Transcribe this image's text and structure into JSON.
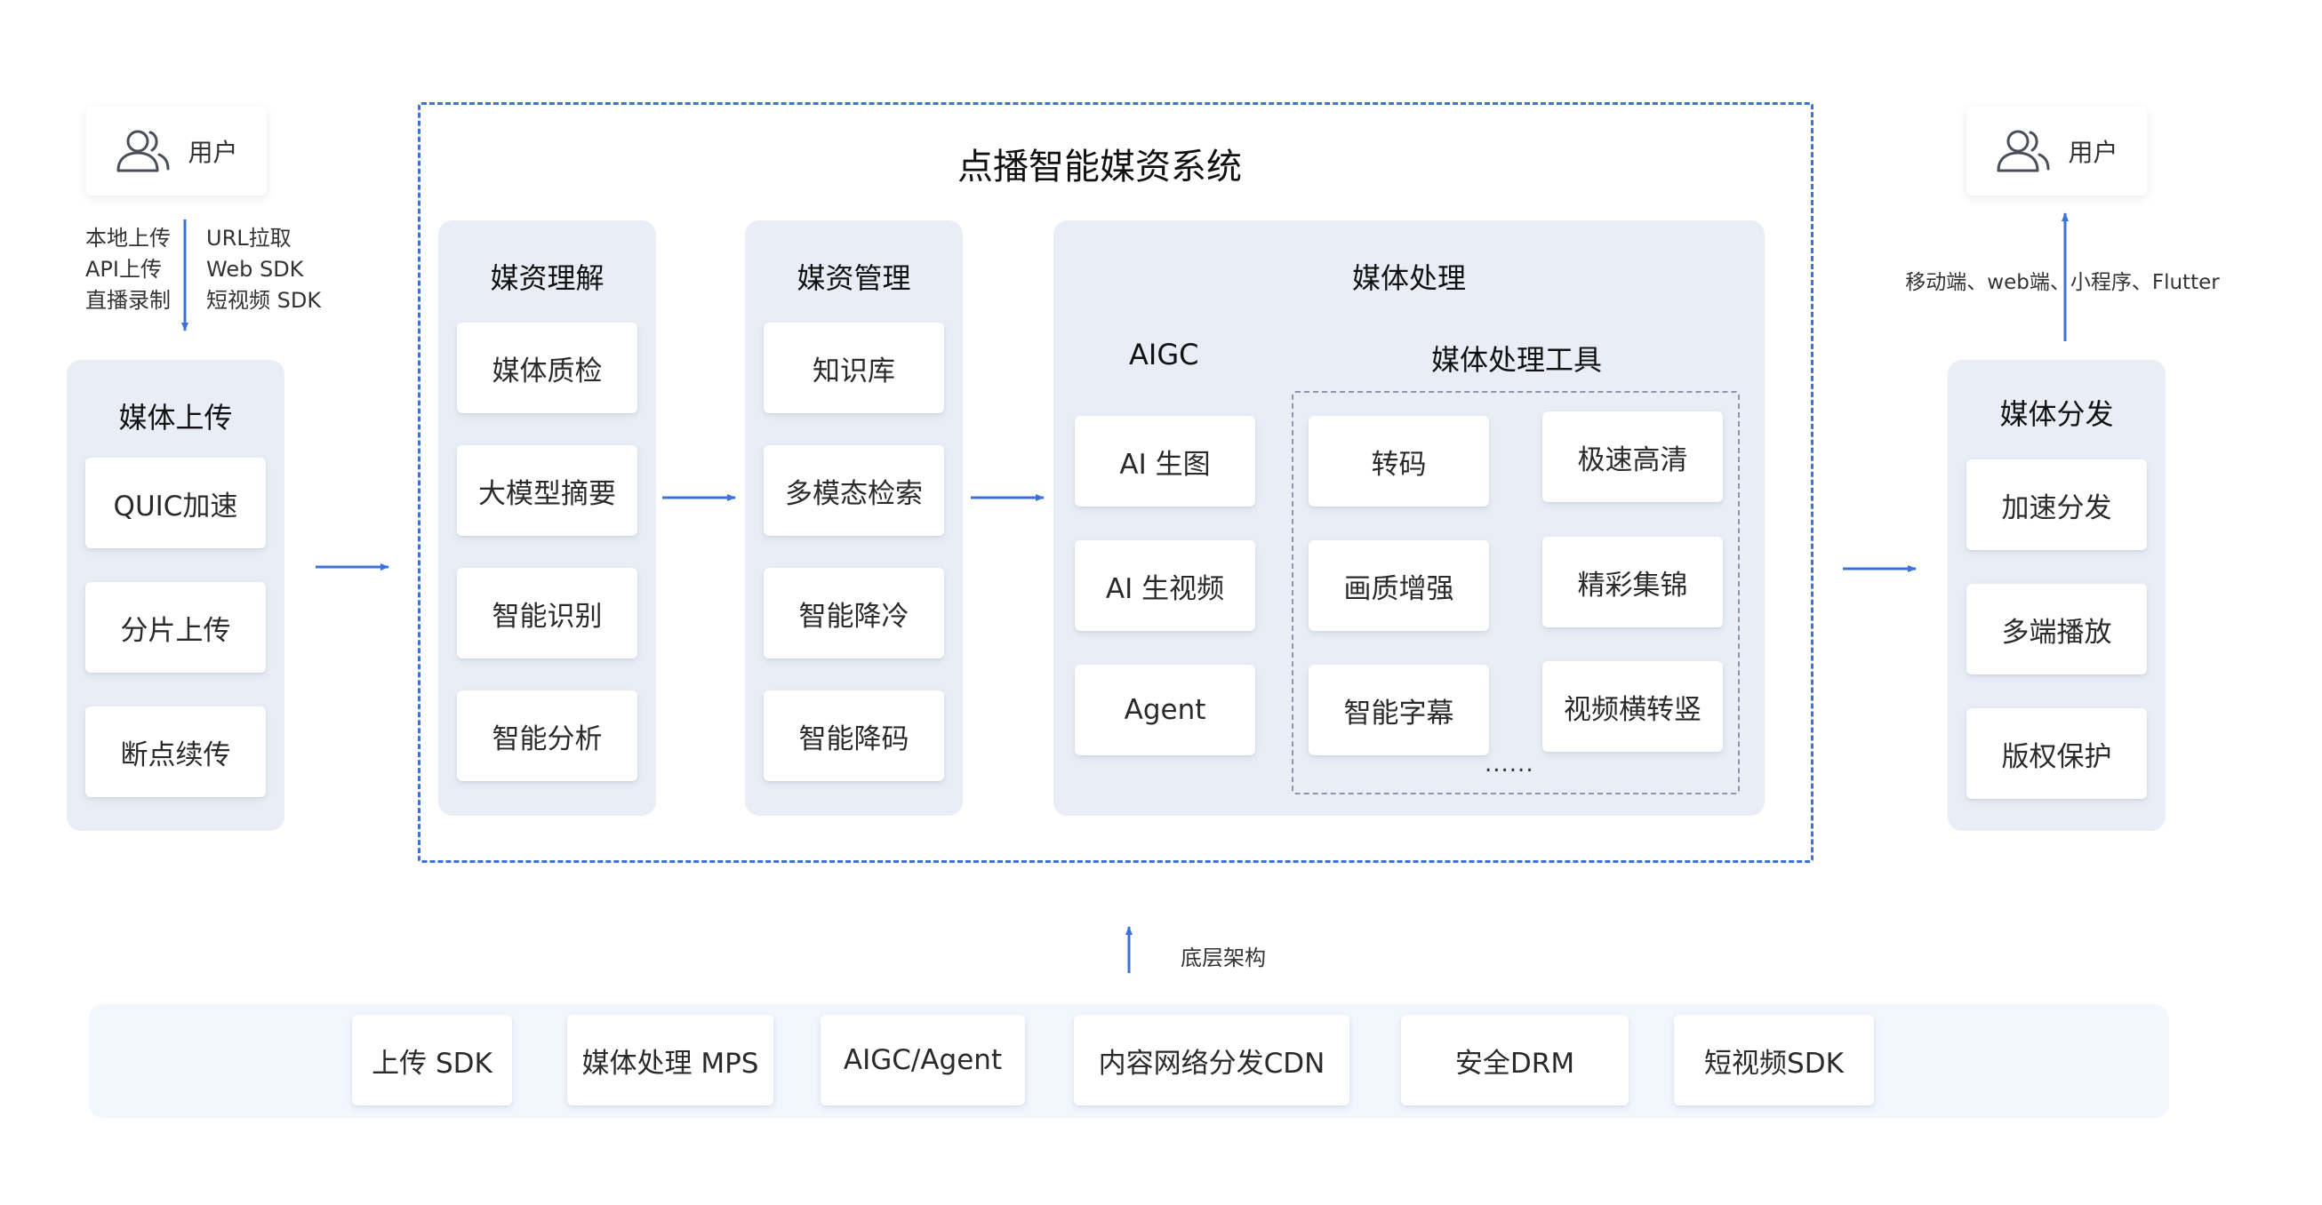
{
  "system_title": "点播智能媒资系统",
  "users": {
    "left_label": "用户",
    "right_label": "用户"
  },
  "upload_methods": {
    "left": [
      "本地上传",
      "API上传",
      "直播录制"
    ],
    "right": [
      "URL拉取",
      "Web SDK",
      "短视频 SDK"
    ]
  },
  "media_upload": {
    "title": "媒体上传",
    "items": [
      "QUIC加速",
      "分片上传",
      "断点续传"
    ]
  },
  "media_understanding": {
    "title": "媒资理解",
    "items": [
      "媒体质检",
      "大模型摘要",
      "智能识别",
      "智能分析"
    ]
  },
  "media_management": {
    "title": "媒资管理",
    "items": [
      "知识库",
      "多模态检索",
      "智能降冷",
      "智能降码"
    ]
  },
  "media_processing": {
    "title": "媒体处理",
    "aigc": {
      "title": "AIGC",
      "items": [
        "AI 生图",
        "AI 生视频",
        "Agent"
      ]
    },
    "tools": {
      "title": "媒体处理工具",
      "items": [
        "转码",
        "极速高清",
        "画质增强",
        "精彩集锦",
        "智能字幕",
        "视频横转竖"
      ],
      "more": "......"
    }
  },
  "distribution_channels": "移动端、web端、小程序、Flutter",
  "media_distribution": {
    "title": "媒体分发",
    "items": [
      "加速分发",
      "多端播放",
      "版权保护"
    ]
  },
  "infrastructure": {
    "label": "底层架构",
    "items": [
      "上传 SDK",
      "媒体处理 MPS",
      "AIGC/Agent",
      "内容网络分发CDN",
      "安全DRM",
      "短视频SDK"
    ]
  },
  "colors": {
    "accent": "#3f72d8",
    "panel": "#e9eef6",
    "infra_bg": "#f2f6fd"
  }
}
